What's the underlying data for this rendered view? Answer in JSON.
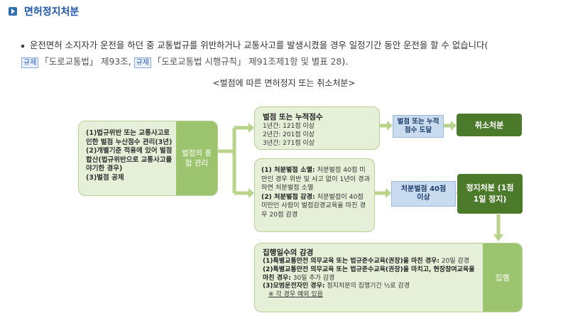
{
  "header": {
    "title": "면허정지처분",
    "icon": "play-square-icon"
  },
  "intro": {
    "text": "운전면허 소지자가 운전을 하던 중 교통법규를 위반하거나 교통사고를 발생시켰을 경우 일정기간 동안 운전을 할 수 없습니다(",
    "badge1": "규제",
    "law1": "「도로교통법」 제93조",
    "sep": ",",
    "badge2": "규제",
    "law2": "「도로교통법 시행규칙」 제91조제1항 및",
    "law2_link": "별표 28",
    "end": ")."
  },
  "caption": "<벌점에 따른 면허정지 또는 취소처분>",
  "diagram": {
    "left_box": {
      "items": [
        "(1)법규위반 또는 교통사고로 인한 벌점 누산점수 관리(3년)",
        "(2)개별기준 적용에 있어 벌점 합산(법규위반으로 교통사고를 야기한 경우)",
        "(3)벌점 공제"
      ],
      "badge": "벌점의 종합 관리"
    },
    "top_box": {
      "title": "벌점 또는 누적점수",
      "lines": [
        "1년간: 121점 이상",
        "2년간: 201점 이상",
        "3년간: 271점 이상"
      ]
    },
    "blue_top": "벌점 또는 누적점수 도달",
    "cancel": "취소처분",
    "mid_box": {
      "item1_title": "(1) 처분벌점 소멸:",
      "item1_text": "처분벌점 40점 미만인 경우 위반 및 사고 없이 1년이 경과하면 처분벌점 소멸",
      "item2_title": "(2) 처분벌점 감경:",
      "item2_text": "처분벌점이 40점 미만인 사람이 벌점감경교육을 마친 경우 20점 감경"
    },
    "blue_mid": "처분벌점 40점 이상",
    "suspend": "정지처분 (1점 1일 정지)",
    "bottom_box": {
      "title": "집행일수의 감경",
      "item1_title": "(1)특별교통안전 의무교육 또는 법규준수교육(권장)을 마친 경우:",
      "item1_text": "20일 감경",
      "item2_title": "(2)특별교통안전 의무교육 또는 법규준수교육(권장)을 마치고, 현장참여교육을 마친 경우:",
      "item2_text": "30일 추가 감경",
      "item3_title": "(3)모범운전자인 경우:",
      "item3_text": "정지처분의 집행기간 ½로 감경",
      "note": "※ 각 경우 예외 있음",
      "badge": "집행"
    }
  }
}
